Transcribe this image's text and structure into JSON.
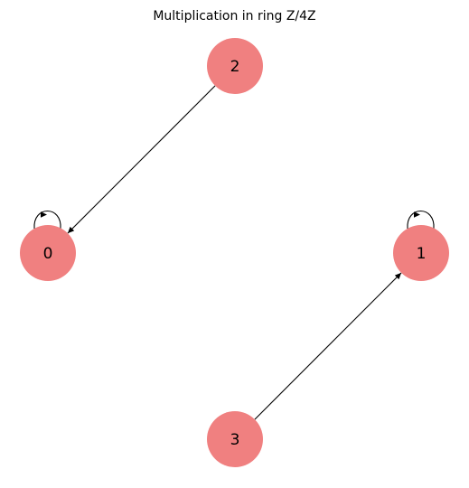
{
  "diagram": {
    "title": "Multiplication in ring Z/4Z",
    "node_color": "#f08080",
    "edge_color": "#000000",
    "nodes": [
      {
        "id": "0",
        "label": "0"
      },
      {
        "id": "1",
        "label": "1"
      },
      {
        "id": "2",
        "label": "2"
      },
      {
        "id": "3",
        "label": "3"
      }
    ],
    "edges": [
      {
        "from": "0",
        "to": "0"
      },
      {
        "from": "1",
        "to": "1"
      },
      {
        "from": "2",
        "to": "0"
      },
      {
        "from": "3",
        "to": "1"
      }
    ]
  }
}
